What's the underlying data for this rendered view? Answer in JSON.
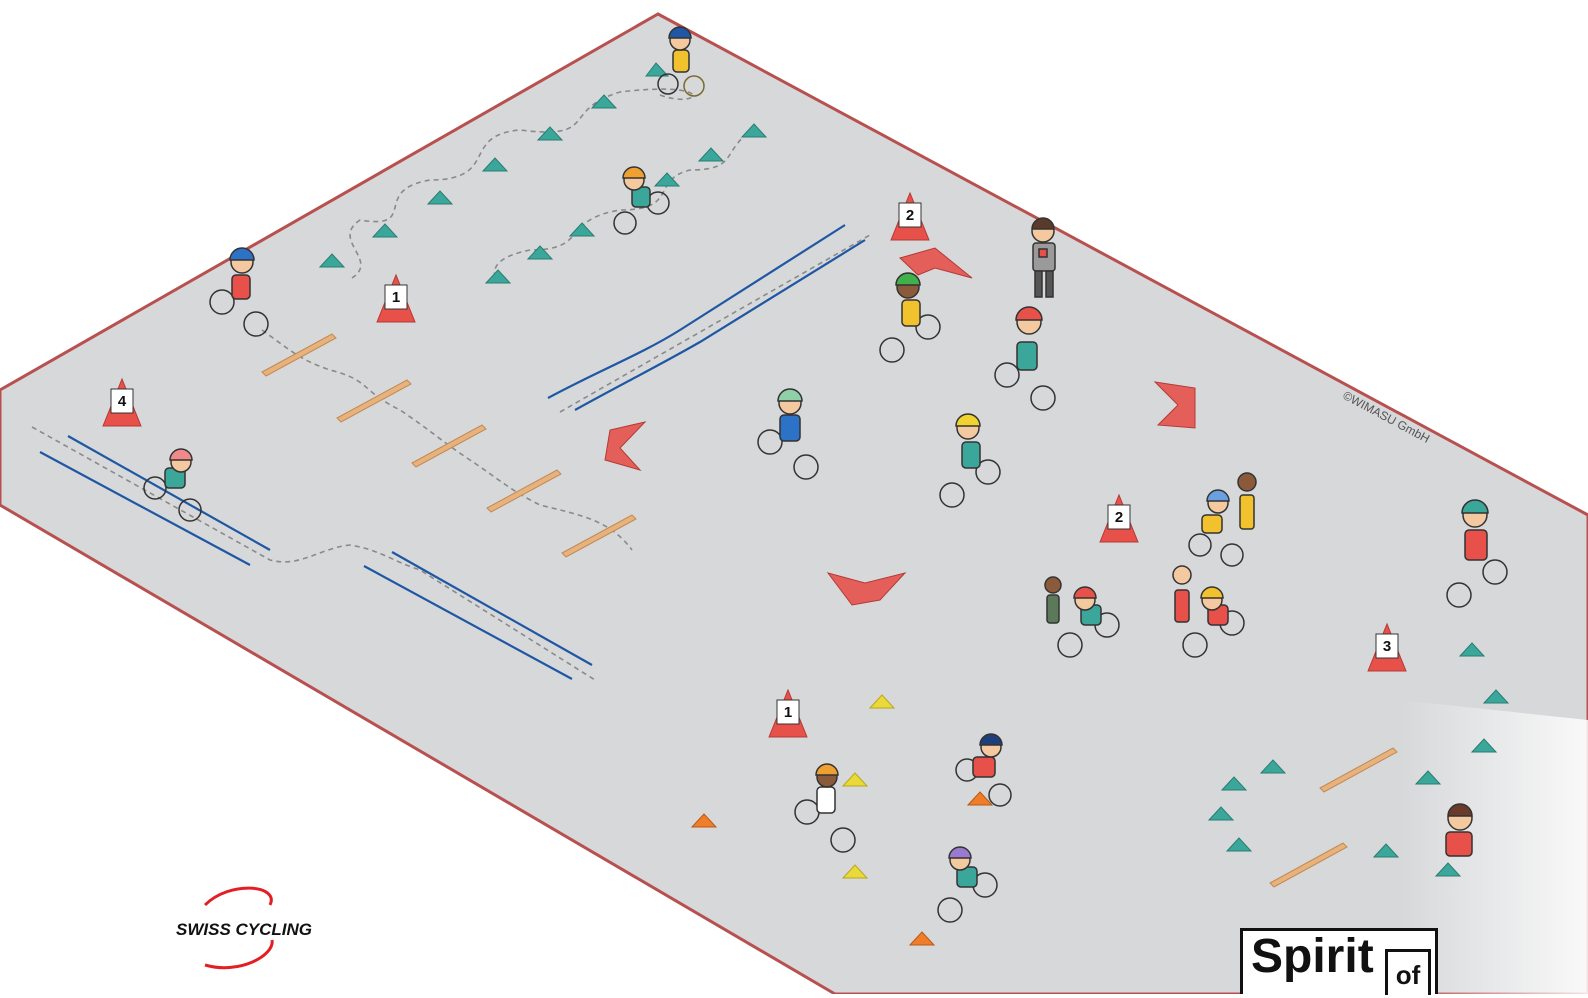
{
  "cone_labels": {
    "left_1": "1",
    "top_2": "2",
    "left_4": "4",
    "mid_2": "2",
    "bottom_1": "1",
    "right_3": "3"
  },
  "copyright": "©WIMASU GmbH",
  "logo": {
    "swiss_cycling": "SWISS CYCLING",
    "spirit_word": "Spirit",
    "spirit_of": "of"
  },
  "colors": {
    "floor": "#d7d8da",
    "border": "#b85050",
    "lane": "#1f57a4",
    "disc_cone": "#3aa79a",
    "traffic_cone": "#e8504a",
    "plank": "#e7b27b",
    "arrow": "#e45f5a",
    "yellow_cone": "#e9d93a",
    "orange_cone": "#ef7d2a"
  }
}
